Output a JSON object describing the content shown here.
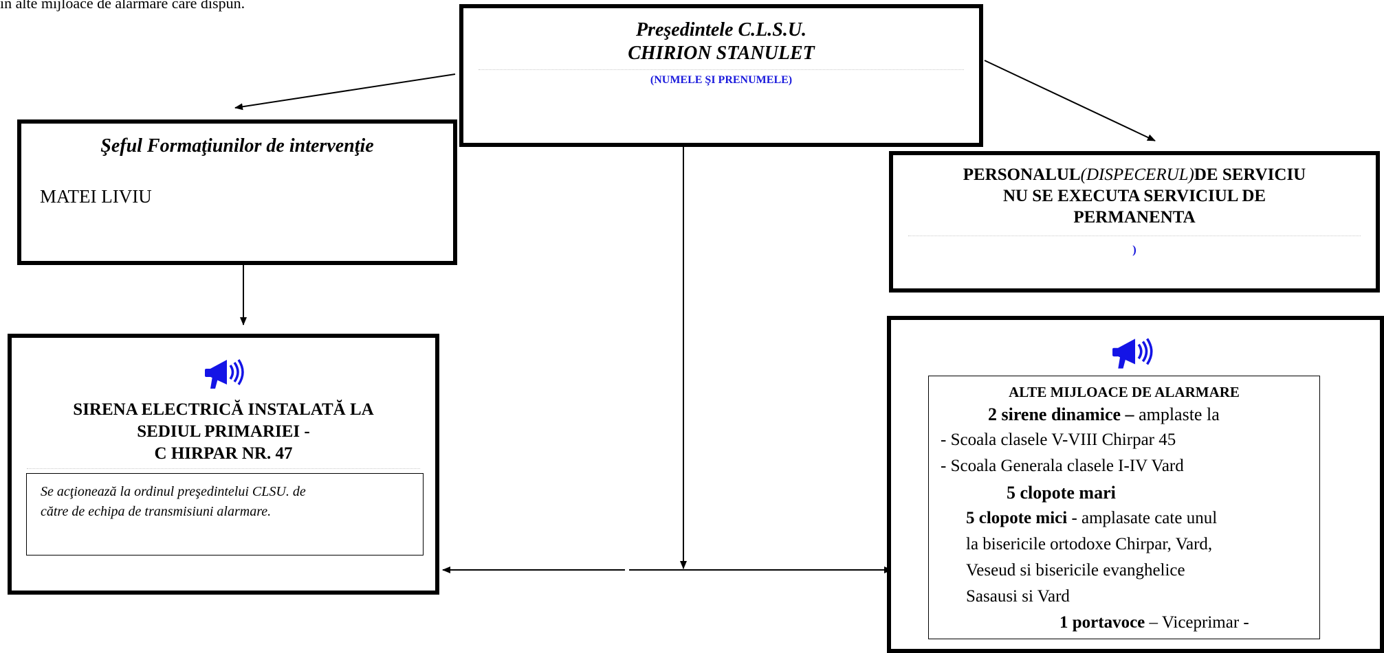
{
  "top_fragment": "in alte mijloace de alarmare care dispun.",
  "president": {
    "title": "Preşedintele C.L.S.U.",
    "name": "CHIRION STANULET",
    "caption": "(NUMELE ŞI PRENUMELE)"
  },
  "interventions": {
    "title": "Şeful Formaţiunilor de intervenţie",
    "name": "MATEI LIVIU"
  },
  "dispatcher": {
    "line1_a": "PERSONALUL",
    "line1_b": "(DISPECERUL)",
    "line1_c": "DE SERVICIU",
    "line2": "NU SE EXECUTA SERVICIUL DE",
    "line3": "PERMANENTA",
    "caption": ")"
  },
  "siren": {
    "line1": "SIRENA ELECTRICĂ INSTALATĂ LA",
    "line2": "SEDIUL PRIMARIEI   -",
    "line3": "C HIRPAR  NR. 47",
    "note_line1": "Se acţionează la ordinul preşedintelui CLSU. de",
    "note_line2": "către  de echipa de transmisiuni alarmare."
  },
  "other_means": {
    "title": "ALTE MIJLOACE DE ALARMARE",
    "sirens_bold": "2 sirene dinamice –",
    "sirens_text": " amplaste la",
    "loc1": "- Scoala  clasele V-VIII Chirpar 45",
    "loc2": " - Scoala Generala clasele I-IV  Vard",
    "big_bells": "5 clopote mari",
    "small_bells_bold": "5 clopote mici",
    "small_bells_text": "   - amplasate cate unul",
    "churches1": "la bisericile ortodoxe Chirpar, Vard,",
    "churches2": "Veseud si bisericile evanghelice",
    "churches3": "Sasausi si Vard",
    "megaphone_bold": "1 portavoce",
    "megaphone_text": " – Viceprimar -"
  },
  "colors": {
    "accent_blue": "#1a1adc",
    "icon_blue": "#1414e6"
  }
}
